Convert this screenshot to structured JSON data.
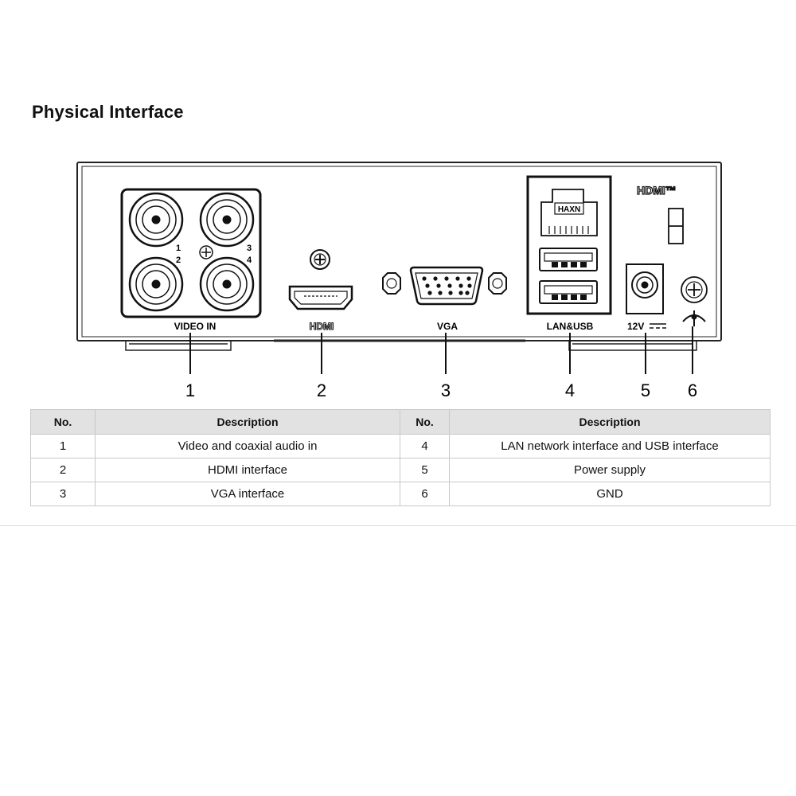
{
  "title": "Physical Interface",
  "panel": {
    "port_labels": [
      "VIDEO IN",
      "HDMI",
      "VGA",
      "LAN&USB",
      "12V"
    ],
    "hdmi_logo": "HDMI™",
    "bnc_numbers": [
      "1",
      "3",
      "2",
      "4"
    ],
    "rj45_text": "HAXN"
  },
  "callouts": [
    "1",
    "2",
    "3",
    "4",
    "5",
    "6"
  ],
  "table": {
    "headers": [
      "No.",
      "Description",
      "No.",
      "Description"
    ],
    "rows": [
      [
        "1",
        "Video and coaxial audio in",
        "4",
        "LAN network interface and USB interface"
      ],
      [
        "2",
        "HDMI interface",
        "5",
        "Power supply"
      ],
      [
        "3",
        "VGA interface",
        "6",
        "GND"
      ]
    ]
  }
}
